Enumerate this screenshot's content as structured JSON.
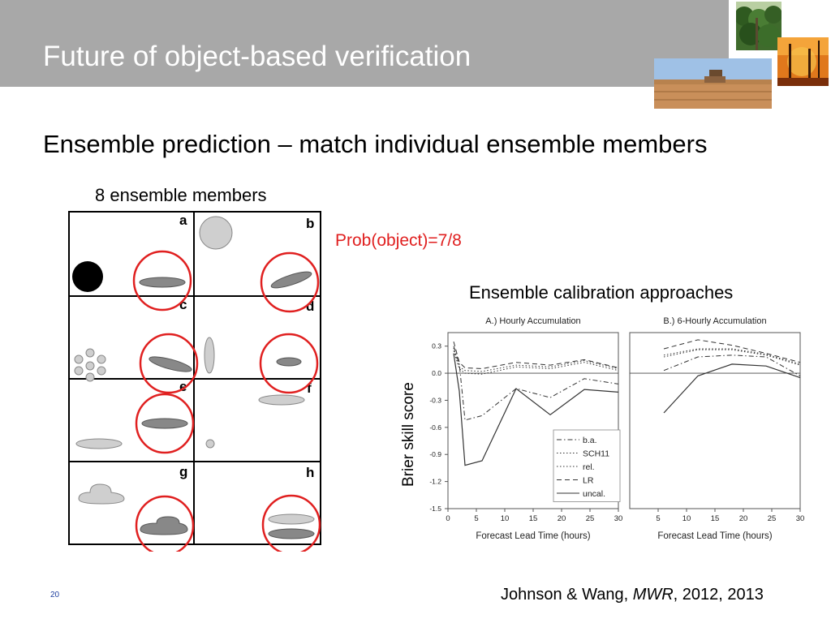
{
  "slide": {
    "title": "Future of object-based verification",
    "subtitle": "Ensemble prediction – match individual ensemble members",
    "members_label": "8 ensemble members",
    "prob_label": "Prob(object)=7/8",
    "calibration_label": "Ensemble calibration approaches",
    "y_axis_side_label": "Brier skill score",
    "page_number": "20",
    "citation_authors": "Johnson & Wang, ",
    "citation_journal": "MWR",
    "citation_years": ", 2012, 2013",
    "highlight_color": "#e02020"
  },
  "ensemble_grid": {
    "panels": [
      {
        "letter": "a"
      },
      {
        "letter": "b"
      },
      {
        "letter": "c"
      },
      {
        "letter": "d"
      },
      {
        "letter": "e"
      },
      {
        "letter": "f"
      },
      {
        "letter": "g"
      },
      {
        "letter": "h"
      }
    ],
    "matched_members": 7,
    "total_members": 8
  },
  "chart_data": [
    {
      "type": "line",
      "title": "A.) Hourly Accumulation",
      "xlabel": "Forecast Lead Time (hours)",
      "ylabel": "",
      "xlim": [
        0,
        30
      ],
      "ylim": [
        -1.5,
        0.45
      ],
      "xticks": [
        0,
        5,
        10,
        15,
        20,
        25,
        30
      ],
      "yticks": [
        0.3,
        0.0,
        -0.3,
        -0.6,
        -0.9,
        -1.2,
        -1.5
      ],
      "ytick_labels": [
        "0.3",
        "0.0",
        "-0.3",
        "-0.6",
        "-0.9",
        "-1.2",
        "-1.5"
      ],
      "legend_position": "bottom-right",
      "series": [
        {
          "name": "b.a.",
          "style": "dashdot",
          "x": [
            1,
            2,
            3,
            6,
            12,
            18,
            24,
            30
          ],
          "y": [
            0.3,
            0.1,
            -0.52,
            -0.47,
            -0.17,
            -0.27,
            -0.06,
            -0.12
          ]
        },
        {
          "name": "SCH11",
          "style": "dotted",
          "x": [
            1,
            2,
            3,
            6,
            12,
            18,
            24,
            30
          ],
          "y": [
            0.28,
            0.07,
            0.03,
            0.02,
            0.09,
            0.07,
            0.14,
            0.05
          ]
        },
        {
          "name": "rel.",
          "style": "dotted",
          "x": [
            1,
            2,
            3,
            6,
            12,
            18,
            24,
            30
          ],
          "y": [
            0.25,
            0.05,
            0.0,
            -0.01,
            0.07,
            0.05,
            0.12,
            0.03
          ]
        },
        {
          "name": "LR",
          "style": "dashed",
          "x": [
            1,
            2,
            3,
            6,
            12,
            18,
            24,
            30
          ],
          "y": [
            0.35,
            0.12,
            0.06,
            0.05,
            0.12,
            0.09,
            0.15,
            0.06
          ]
        },
        {
          "name": "uncal.",
          "style": "solid",
          "x": [
            1,
            2,
            3,
            6,
            12,
            18,
            24,
            30
          ],
          "y": [
            0.22,
            -0.2,
            -1.02,
            -0.97,
            -0.17,
            -0.46,
            -0.18,
            -0.21
          ]
        }
      ]
    },
    {
      "type": "line",
      "title": "B.) 6-Hourly Accumulation",
      "xlabel": "Forecast Lead Time (hours)",
      "ylabel": "",
      "xlim": [
        0,
        30
      ],
      "ylim": [
        -1.5,
        0.45
      ],
      "xticks": [
        5,
        10,
        15,
        20,
        25,
        30
      ],
      "series": [
        {
          "name": "b.a.",
          "style": "dashdot",
          "x": [
            6,
            12,
            18,
            24,
            30
          ],
          "y": [
            0.03,
            0.18,
            0.2,
            0.18,
            -0.03
          ]
        },
        {
          "name": "SCH11",
          "style": "dotted",
          "x": [
            6,
            12,
            18,
            24,
            30
          ],
          "y": [
            0.2,
            0.27,
            0.27,
            0.21,
            0.1
          ]
        },
        {
          "name": "rel.",
          "style": "dotted",
          "x": [
            6,
            12,
            18,
            24,
            30
          ],
          "y": [
            0.18,
            0.26,
            0.26,
            0.2,
            0.09
          ]
        },
        {
          "name": "LR",
          "style": "dashed",
          "x": [
            6,
            12,
            18,
            24,
            30
          ],
          "y": [
            0.27,
            0.37,
            0.31,
            0.22,
            0.12
          ]
        },
        {
          "name": "uncal.",
          "style": "solid",
          "x": [
            6,
            12,
            18,
            24,
            30
          ],
          "y": [
            -0.44,
            -0.03,
            0.1,
            0.08,
            -0.05
          ]
        }
      ]
    }
  ]
}
